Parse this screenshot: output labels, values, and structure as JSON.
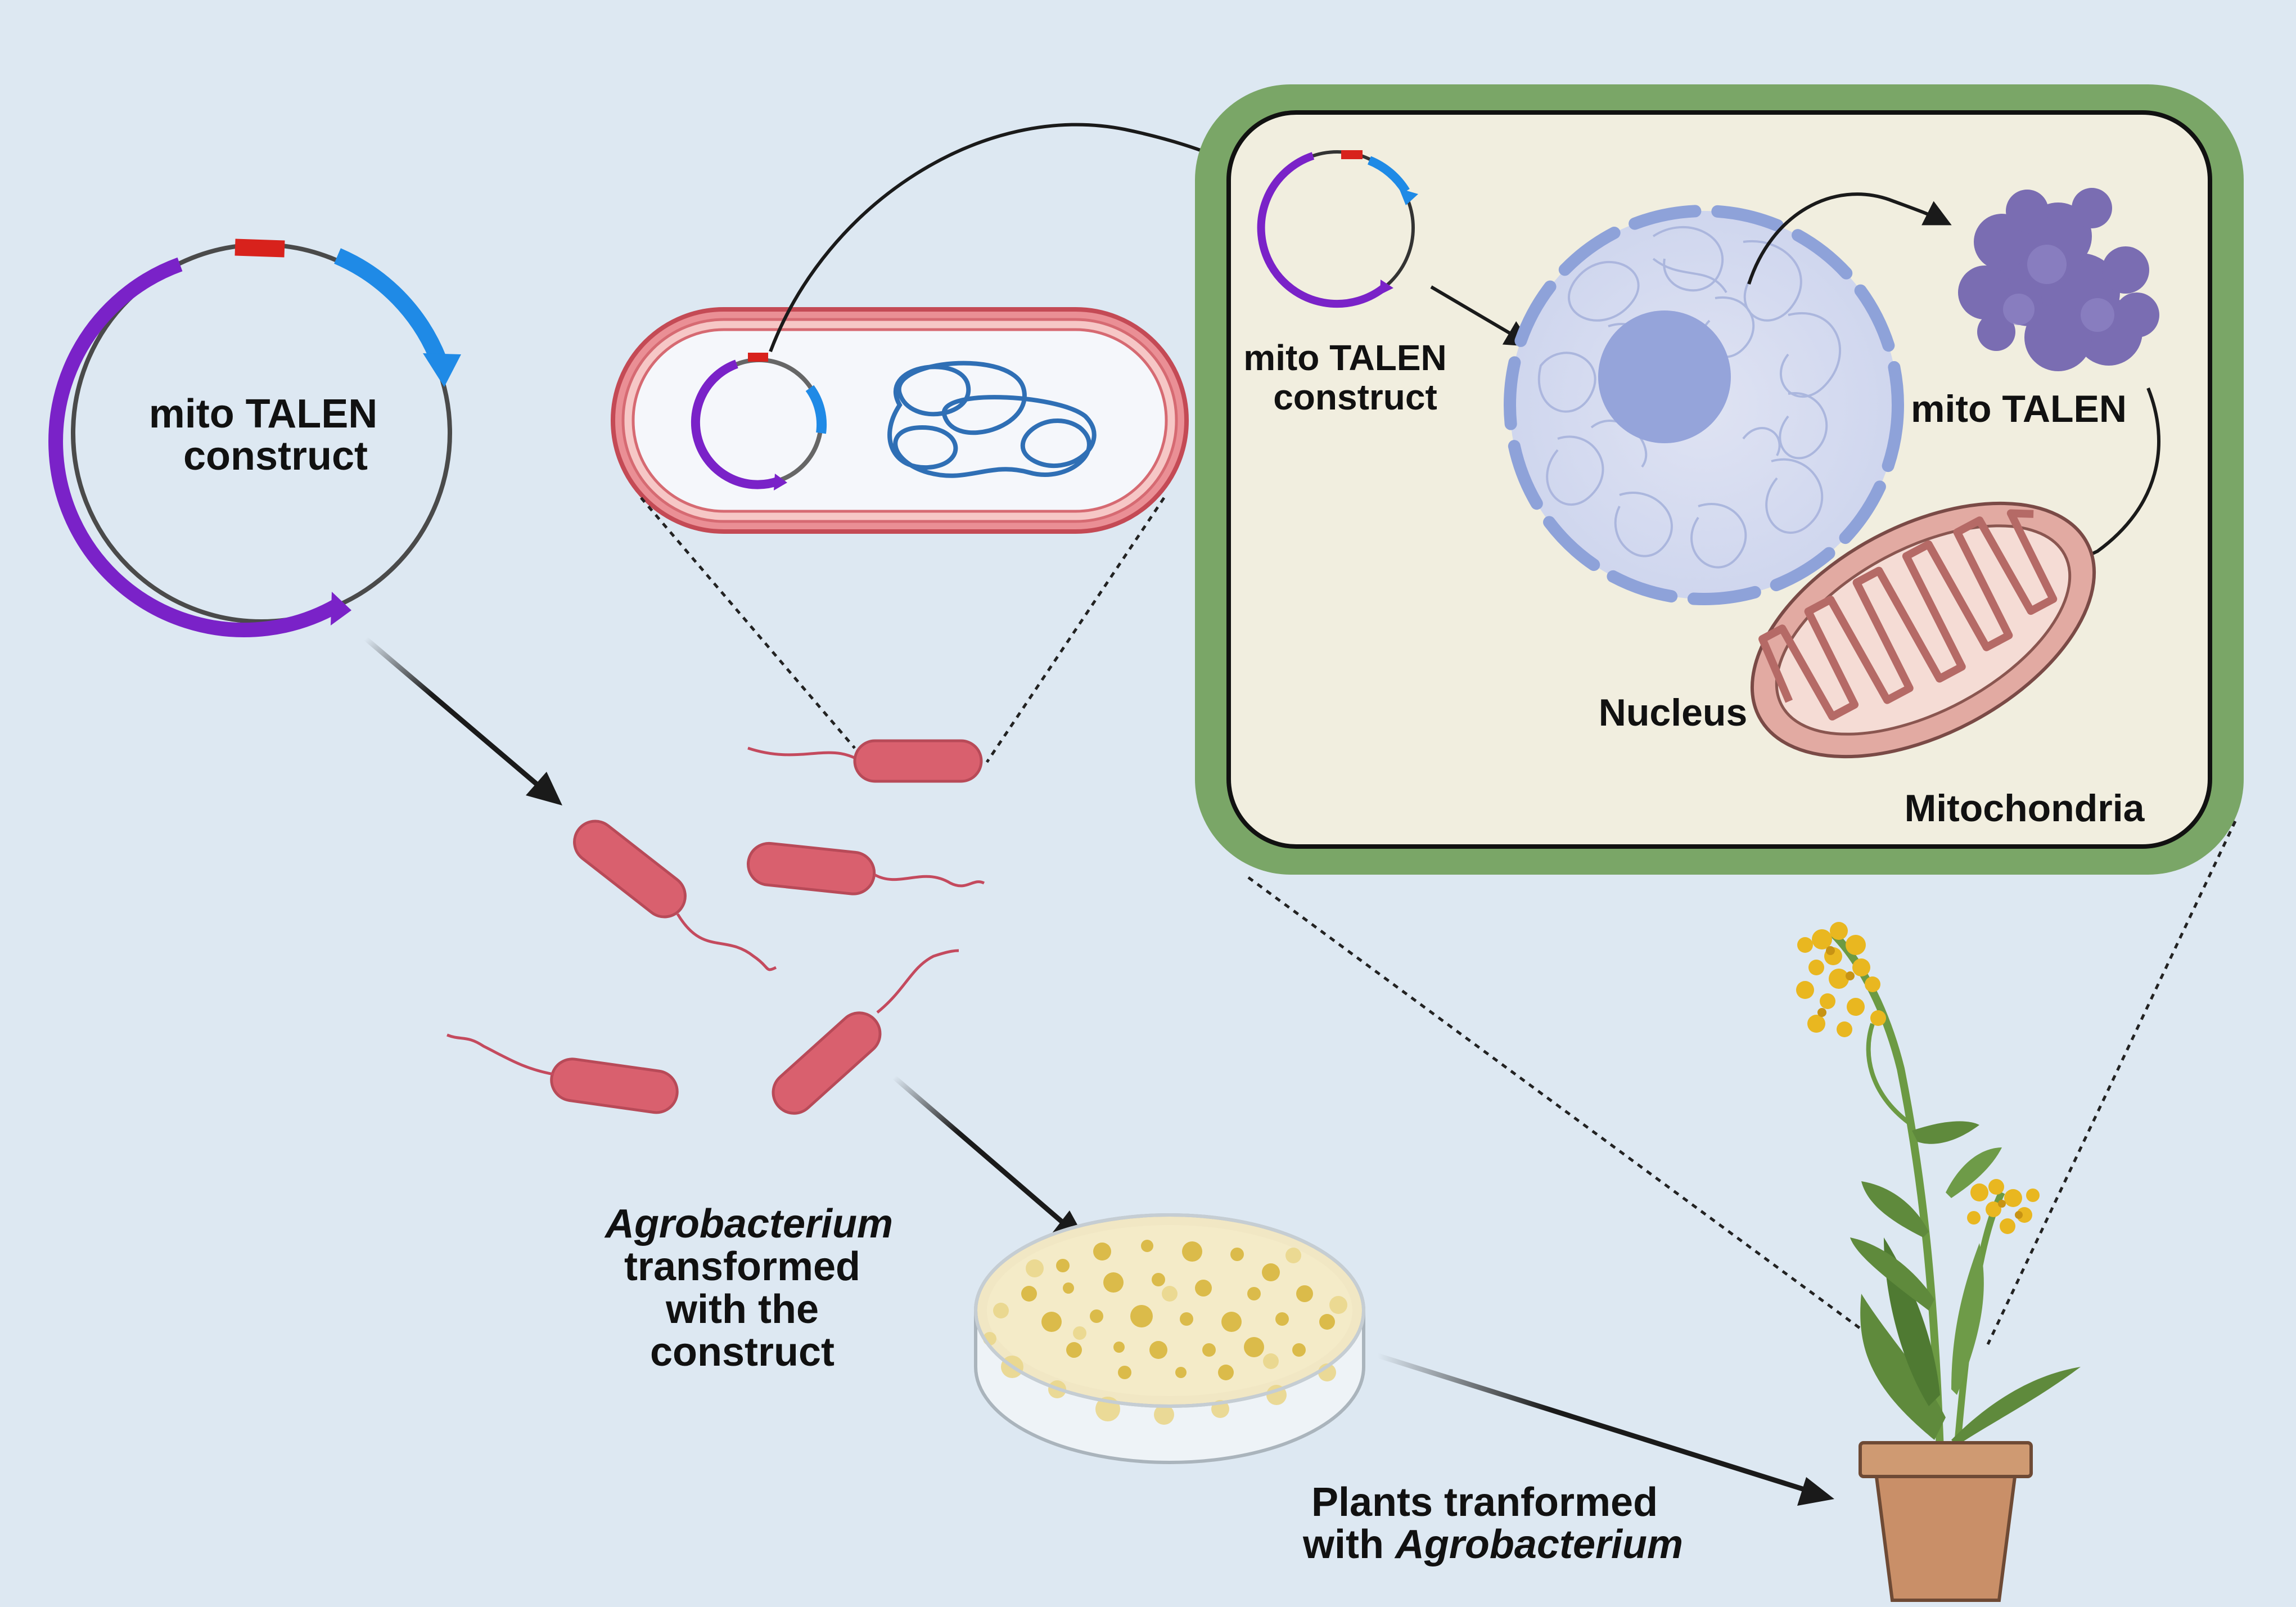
{
  "labels": {
    "construct_left_line1": "mito TALEN",
    "construct_left_line2": "construct",
    "construct_cell_line1": "mito TALEN",
    "construct_cell_line2": "construct",
    "nucleus": "Nucleus",
    "mito_talen": "mito TALEN",
    "mitochondria": "Mitochondria",
    "agro_line1_italic": "Agrobacterium",
    "agro_line2": "transformed",
    "agro_line3": "with the",
    "agro_line4": "construct",
    "plants_line1": "Plants tranformed",
    "plants_line2_prefix": "with ",
    "plants_line2_italic": "Agrobacterium"
  },
  "colors": {
    "background": "#dde8f2",
    "plasmid_purple": "#7a22c8",
    "plasmid_blue": "#1f8ae6",
    "plasmid_red": "#d8221c",
    "bacterium_fill": "#d9606e",
    "cell_wall_green": "#7aa667",
    "cytoplasm": "#f1eedf",
    "nucleus_blue": "#9aace0",
    "protein_purple": "#7a6db2",
    "mitochondria_outer": "#e2aaa2",
    "flower_yellow": "#e9b720",
    "pot_brown": "#c98f68"
  }
}
